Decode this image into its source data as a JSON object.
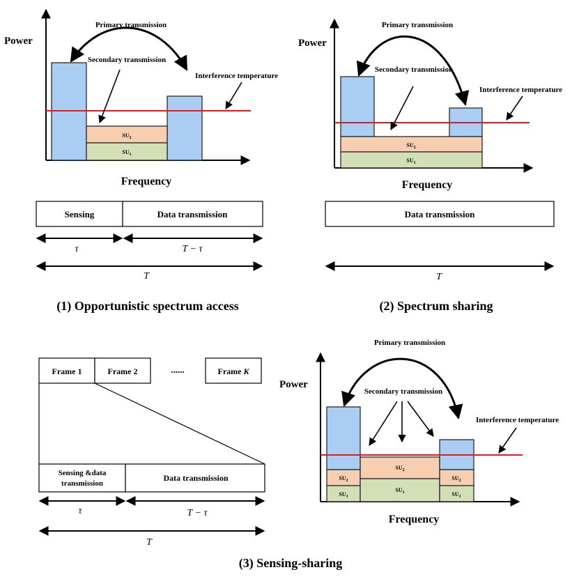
{
  "colors": {
    "primary_fill": "#a9cdf3",
    "su2_fill": "#f7cfb0",
    "su1_fill": "#d3dfb6",
    "interference_line": "#e41b1b",
    "stroke": "#000000"
  },
  "labels": {
    "power": "Power",
    "frequency": "Frequency",
    "primary_transmission": "Primary transmission",
    "secondary_transmission": "Secondary transmission",
    "interference_temperature": "Interference temperature",
    "su1": "SU",
    "su1_sub": "1",
    "su2": "SU",
    "su2_sub": "2"
  },
  "panel1": {
    "title": "(1) Opportunistic spectrum access",
    "box_sensing": "Sensing",
    "box_data": "Data transmission",
    "tau": "τ",
    "t_minus_tau": "T − τ",
    "T": "T"
  },
  "panel2": {
    "title": "(2) Spectrum sharing",
    "box_data": "Data transmission",
    "T": "T"
  },
  "panel3": {
    "title": "(3) Sensing-sharing",
    "frame1": "Frame 1",
    "frame2": "Frame 2",
    "dots": "......",
    "frameK_prefix": "Frame ",
    "frameK_var": "K",
    "box_sensing_line1": "Sensing &data",
    "box_sensing_line2": "transmission",
    "box_data": "Data transmission",
    "tau": "τ",
    "t_minus_tau": "T − τ",
    "T": "T"
  }
}
